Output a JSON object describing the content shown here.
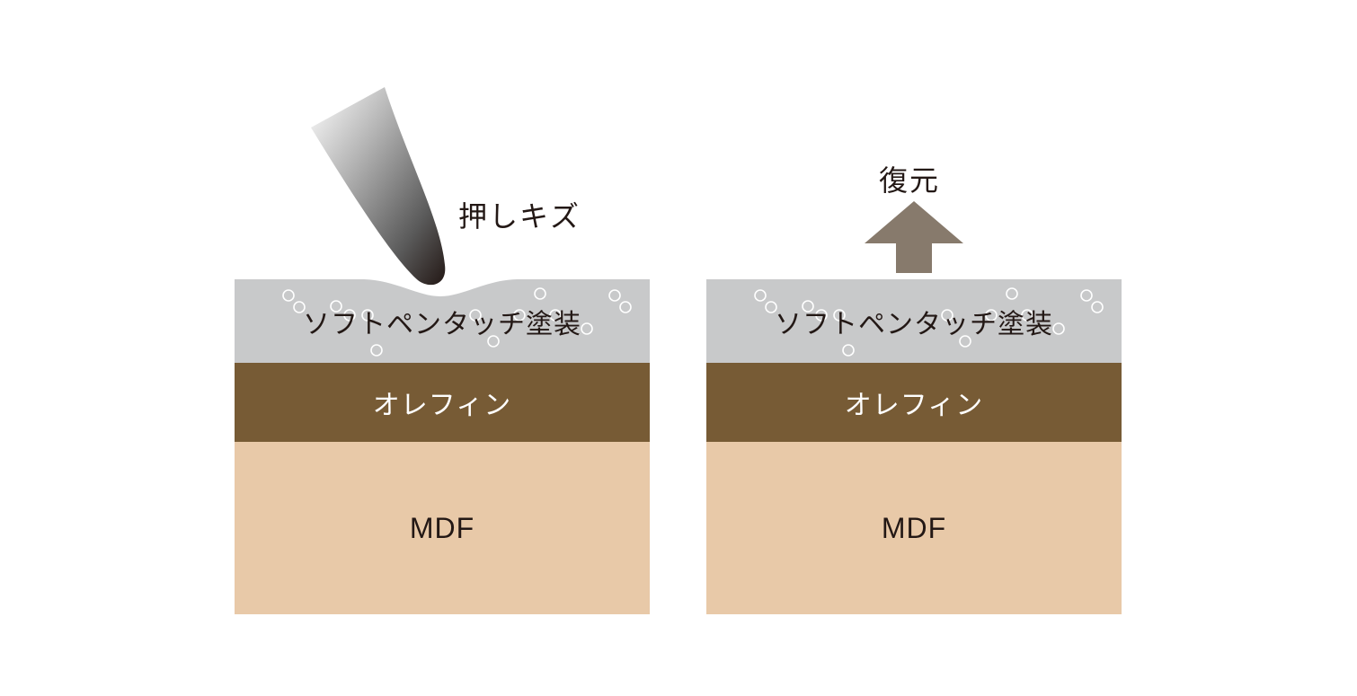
{
  "left_panel": {
    "caption": "押しキズ",
    "layers": {
      "coating": "ソフトペンタッチ塗装",
      "olefin": "オレフィン",
      "mdf": "MDF"
    }
  },
  "right_panel": {
    "caption": "復元",
    "layers": {
      "coating": "ソフトペンタッチ塗装",
      "olefin": "オレフィン",
      "mdf": "MDF"
    }
  },
  "colors": {
    "coating": "#c8c9ca",
    "olefin": "#775b35",
    "mdf": "#e8c9a8",
    "arrow": "#877a6c",
    "text": "#231815"
  },
  "icons": {
    "stylus": "stylus-tip-icon",
    "arrow": "up-arrow-icon"
  }
}
